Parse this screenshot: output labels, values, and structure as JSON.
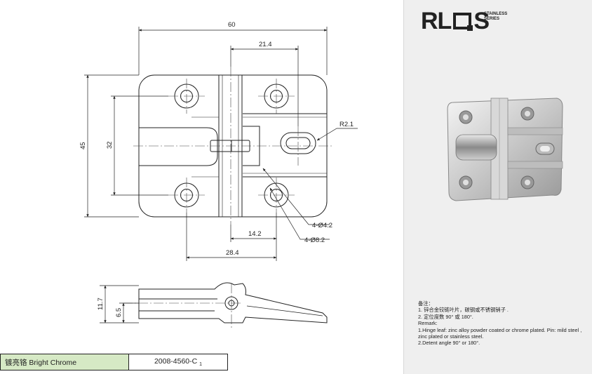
{
  "dimensions": {
    "width_60": "60",
    "width_21_4": "21.4",
    "radius": "R2.1",
    "height_45": "45",
    "height_32": "32",
    "hole_small": "4-Ø4.2",
    "hole_large": "4-Ø8.2",
    "offset_14_2": "14.2",
    "offset_28_4": "28.4",
    "side_11_7": "11.7",
    "side_6_5": "6.5"
  },
  "logo": {
    "rl": "RL",
    "s": "S",
    "sub1": "STAINLESS",
    "sub2": "SERIES"
  },
  "notes": {
    "title": "备注：",
    "line1": "1. 锌合金铰链叶片，碳钢或不锈钢销子 .",
    "line2": "2. 定位度数 90° 或 180°.",
    "remark": "Remark:",
    "line3": "1.Hinge leaf: zinc alloy  powder coated or chrome plated. Pin: mild steel , zinc plated or stainless steel.",
    "line4": "2.Detent angle 90° or 180°."
  },
  "finish": {
    "name": "镀亮铬 Bright Chrome",
    "code": "2008-4560-C",
    "code_suffix": "1"
  },
  "colors": {
    "panel_bg": "#efefef",
    "finish_cell": "#d6e9c5",
    "line": "#222222"
  }
}
